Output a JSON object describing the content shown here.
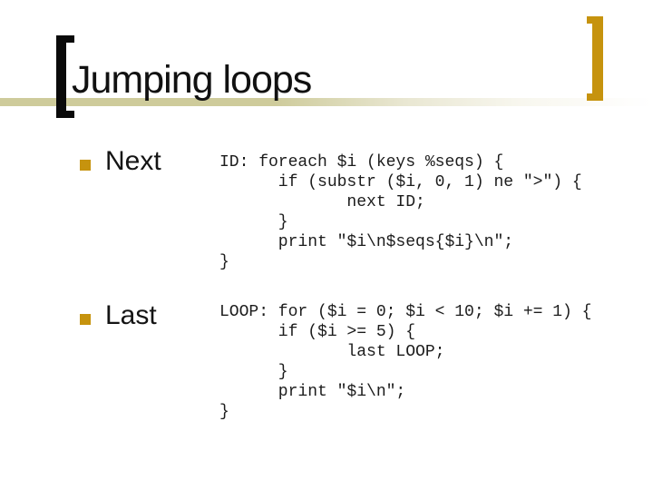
{
  "slide": {
    "title": "Jumping loops",
    "bullets": [
      {
        "label": "Next",
        "code": "ID: foreach $i (keys %seqs) {\n      if (substr ($i, 0, 1) ne \">\") {\n             next ID;\n      }\n      print \"$i\\n$seqs{$i}\\n\";\n}"
      },
      {
        "label": "Last",
        "code": "LOOP: for ($i = 0; $i < 10; $i += 1) {\n      if ($i >= 5) {\n             last LOOP;\n      }\n      print \"$i\\n\";\n}"
      }
    ],
    "colors": {
      "accent_gold": "#C6930E",
      "rule_khaki": "#CECB9B",
      "text_black": "#111111"
    }
  }
}
